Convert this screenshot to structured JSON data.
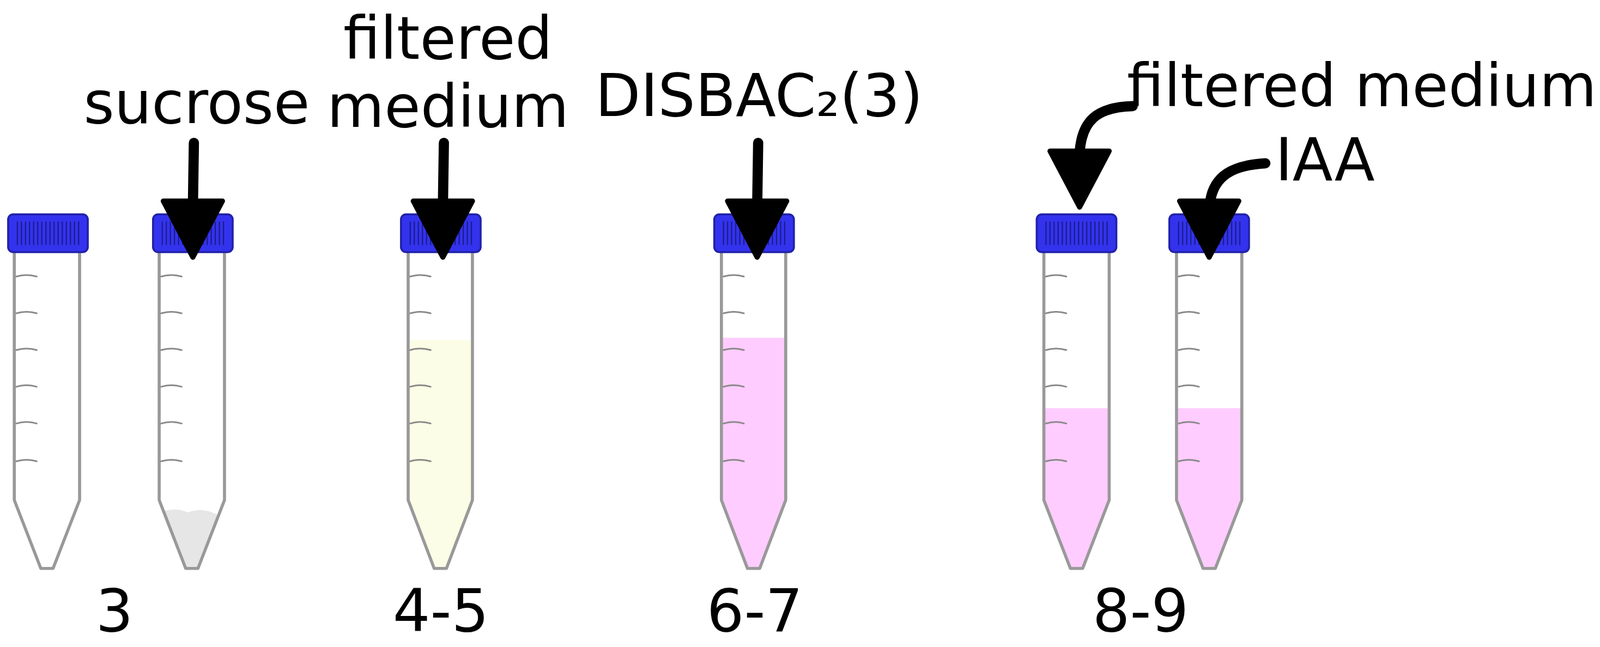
{
  "diagram": {
    "labels": [
      "sucrose",
      "filtered medium",
      "DISBAC₂(3)",
      "filtered medium",
      "IAA",
      "3",
      "4-5",
      "6-7",
      "8-9"
    ]
  }
}
